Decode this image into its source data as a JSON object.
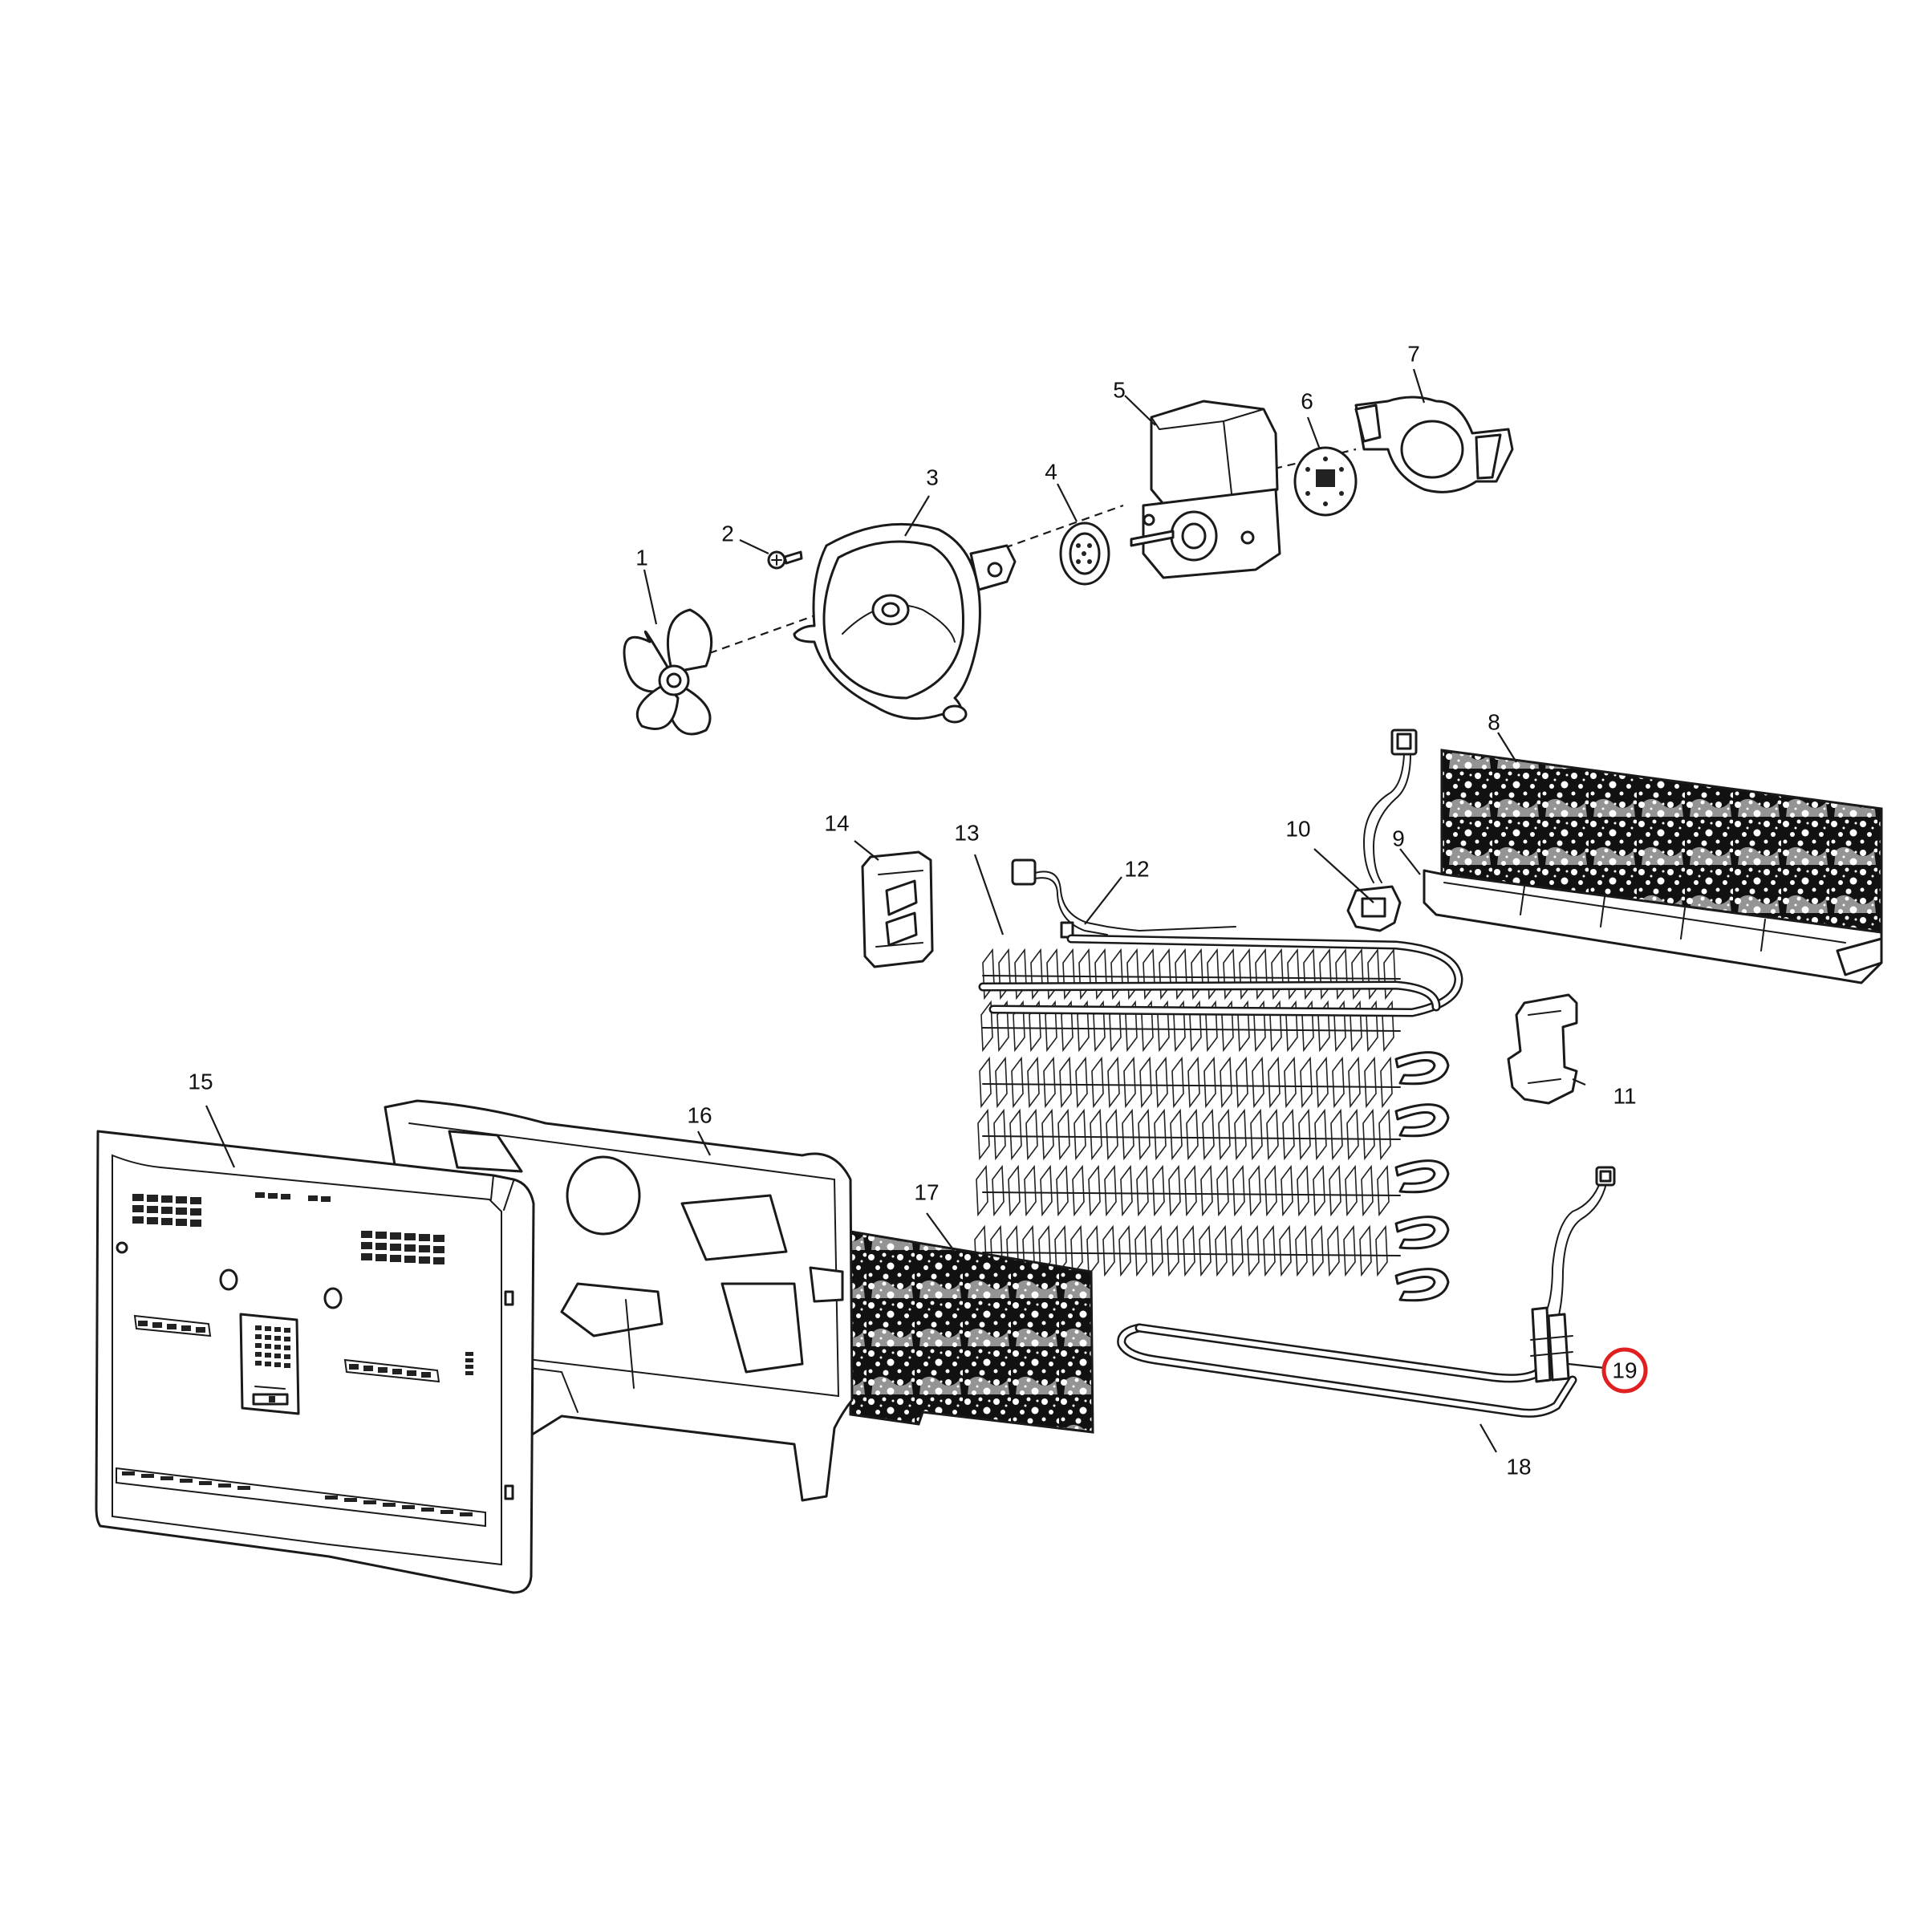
{
  "callouts": [
    {
      "id": "1",
      "label": "1"
    },
    {
      "id": "2",
      "label": "2"
    },
    {
      "id": "3",
      "label": "3"
    },
    {
      "id": "4",
      "label": "4"
    },
    {
      "id": "5",
      "label": "5"
    },
    {
      "id": "6",
      "label": "6"
    },
    {
      "id": "7",
      "label": "7"
    },
    {
      "id": "8",
      "label": "8"
    },
    {
      "id": "9",
      "label": "9"
    },
    {
      "id": "10",
      "label": "10"
    },
    {
      "id": "11",
      "label": "11"
    },
    {
      "id": "12",
      "label": "12"
    },
    {
      "id": "13",
      "label": "13"
    },
    {
      "id": "14",
      "label": "14"
    },
    {
      "id": "15",
      "label": "15"
    },
    {
      "id": "16",
      "label": "16"
    },
    {
      "id": "17",
      "label": "17"
    },
    {
      "id": "18",
      "label": "18"
    },
    {
      "id": "19",
      "label": "19",
      "highlighted": true
    }
  ],
  "colors": {
    "line": "#1a1a1a",
    "background": "#ffffff",
    "highlight": "#e02020"
  }
}
